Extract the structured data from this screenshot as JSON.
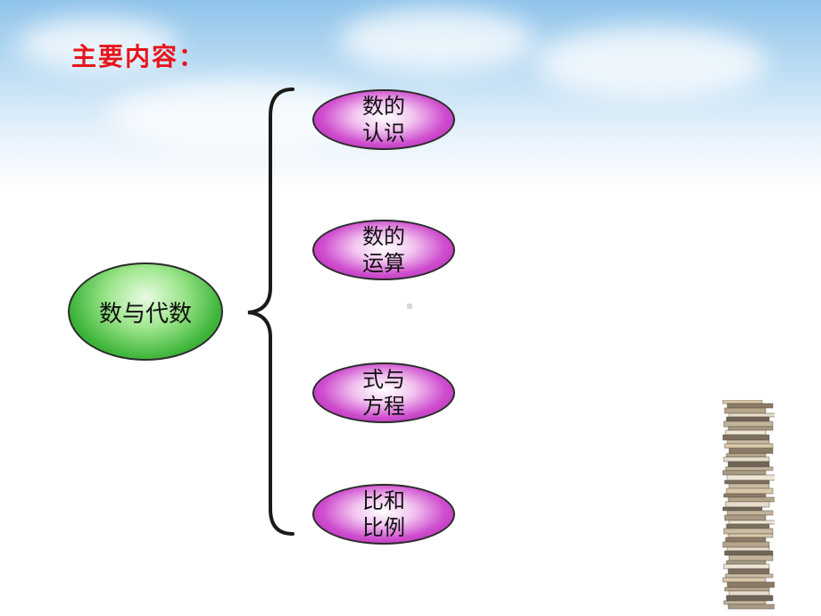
{
  "slide": {
    "title": "主要内容："
  },
  "diagram": {
    "root": "数与代数",
    "branches": [
      {
        "line1": "数的",
        "line2": "认识"
      },
      {
        "line1": "数的",
        "line2": "运算"
      },
      {
        "line1": "式与",
        "line2": "方程"
      },
      {
        "line1": "比和",
        "line2": "比例"
      }
    ]
  },
  "colors": {
    "title": "#e8141c",
    "branch_fill": "#cf4fcf",
    "root_fill": "#3fb53a",
    "outline": "#2b2b2b"
  }
}
